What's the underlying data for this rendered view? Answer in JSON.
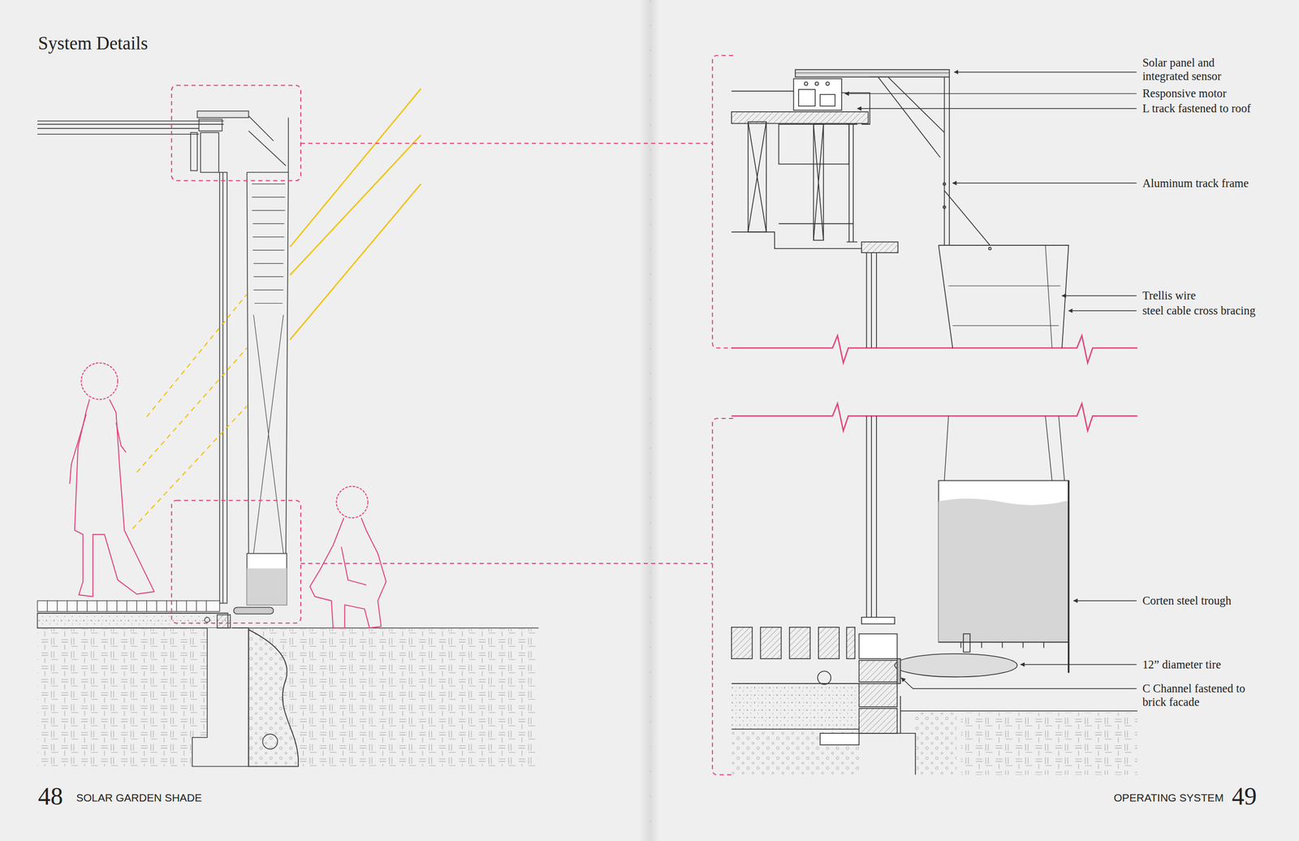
{
  "diagram": {
    "title": "System Details",
    "labels": [
      "Solar panel and integrated sensor",
      "Responsive motor",
      "L track fastened to roof",
      "Aluminum track frame",
      "Trellis wire",
      "steel cable cross bracing",
      "Corten steel trough",
      "12” diameter tire",
      "C Channel fastened to brick facade",
      "48",
      "SOLAR GARDEN SHADE",
      "OPERATING SYSTEM",
      "49"
    ]
  }
}
